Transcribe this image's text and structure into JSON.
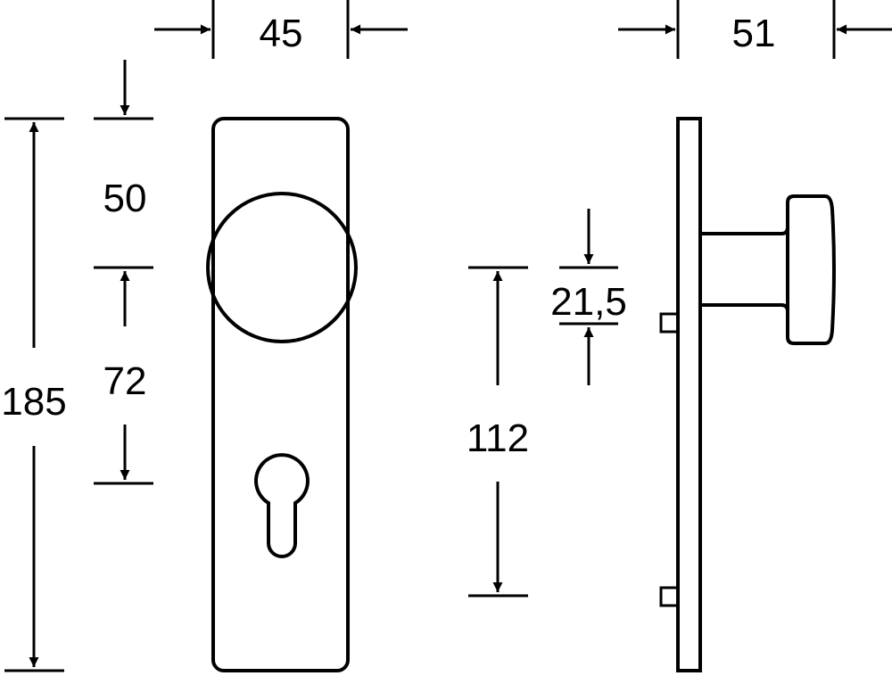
{
  "drawing": {
    "title": "Door knob escutcheon plate dimension drawing",
    "line_color": "#000000",
    "background": "#ffffff",
    "dimensions": {
      "plate_width": "45",
      "projection": "51",
      "plate_height": "185",
      "knob_offset_top": "50",
      "knob_to_keyhole": "72",
      "side_fixing_spacing": "112",
      "fixing_offset": "21,5"
    }
  }
}
